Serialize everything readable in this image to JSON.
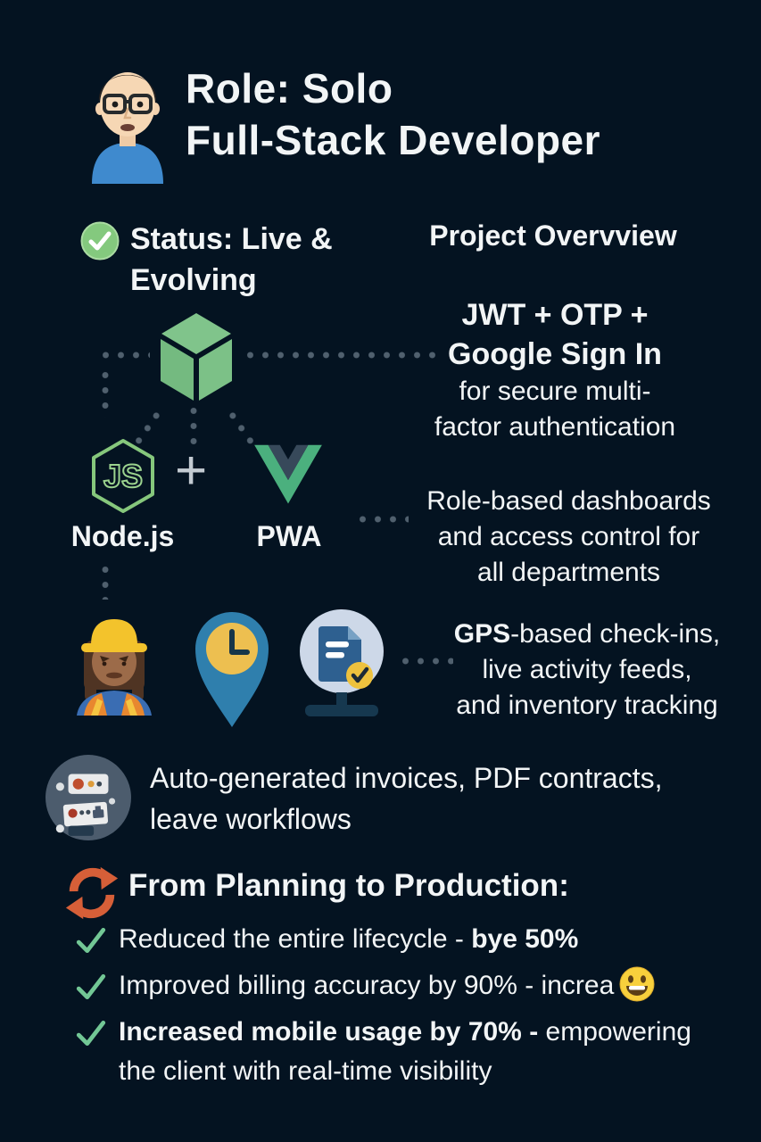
{
  "header": {
    "title_line1": "Role: Solo",
    "title_line2": "Full-Stack Developer"
  },
  "status": {
    "line1": "Status: Live &",
    "line2": "Evolving"
  },
  "overview_heading": "Project Overvview",
  "auth": {
    "bold1": "JWT + OTP +",
    "bold2": "Google Sign In",
    "reg1": "for secure multi-",
    "reg2": "factor authentication"
  },
  "stack": {
    "node_label": "Node.js",
    "plus": "+",
    "pwa_label": "PWA"
  },
  "dashboards": {
    "line1": "Role-based dashboards",
    "line2": "and access control for",
    "line3": "all departments"
  },
  "tracking": {
    "line1_bold": "GPS",
    "line1_rest": "-based check-ins,",
    "line2": "live activity feeds,",
    "line3": "and inventory tracking"
  },
  "invoices": {
    "line1": "Auto-generated invoices, PDF contracts,",
    "line2": "leave workflows"
  },
  "production": {
    "heading": "From Planning to Production:",
    "items": [
      {
        "a": "Reduced the entire lifecycle - ",
        "b": "bye 50%"
      },
      {
        "a": "Improved billing accuracy by 90% - increa",
        "b": ""
      },
      {
        "a": "Increased mobile usage by 70% - ",
        "b": "empowering the client with real-time visibility"
      }
    ]
  },
  "icons": {
    "developer_avatar": "man-with-glasses-blue-shirt",
    "status_check": "green-check-circle",
    "package_cube": "green-3d-cube",
    "nodejs": "nodejs-hexagon-js",
    "plus": "plus-sign",
    "vue": "vue-v-logo",
    "worker": "construction-worker-woman",
    "location_pin": "map-pin-with-clock",
    "document_check": "document-with-check-badge",
    "invoice_receipts": "receipts-circle",
    "refresh": "orange-refresh-arrows",
    "check": "green-checkmark",
    "grinning_emoji": "grinning-face"
  },
  "colors": {
    "background": "#041321",
    "text": "#f2f5f6",
    "dot": "#50606e",
    "cube_green": "#7dc289",
    "node_green": "#8cc97e",
    "vue_green": "#4bb07e",
    "vue_dark": "#37495a",
    "status_green": "#84c97e",
    "check_green": "#72c795",
    "refresh_orange": "#d65f38",
    "hat_yellow": "#f3c32c",
    "pin_blue": "#2f7fad",
    "clock_yellow": "#edbf50",
    "doc_circle": "#cdd8e8",
    "doc_blue": "#2e6090",
    "badge_yellow": "#eec23e",
    "invoice_circle": "#4c5c6d",
    "emoji_yellow": "#f8d03c"
  }
}
